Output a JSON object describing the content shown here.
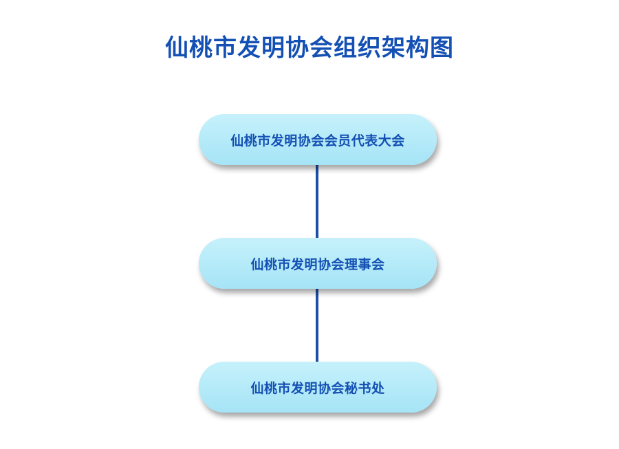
{
  "title": "仙桃市发明协会组织架构图",
  "nodes": [
    {
      "label": "仙桃市发明协会会员代表大会"
    },
    {
      "label": "仙桃市发明协会理事会"
    },
    {
      "label": "仙桃市发明协会秘书处"
    }
  ],
  "colors": {
    "title_text": "#1450b4",
    "node_fill": "#b3e9f8",
    "node_text": "#1450b4",
    "connector": "#1d4fa6"
  }
}
